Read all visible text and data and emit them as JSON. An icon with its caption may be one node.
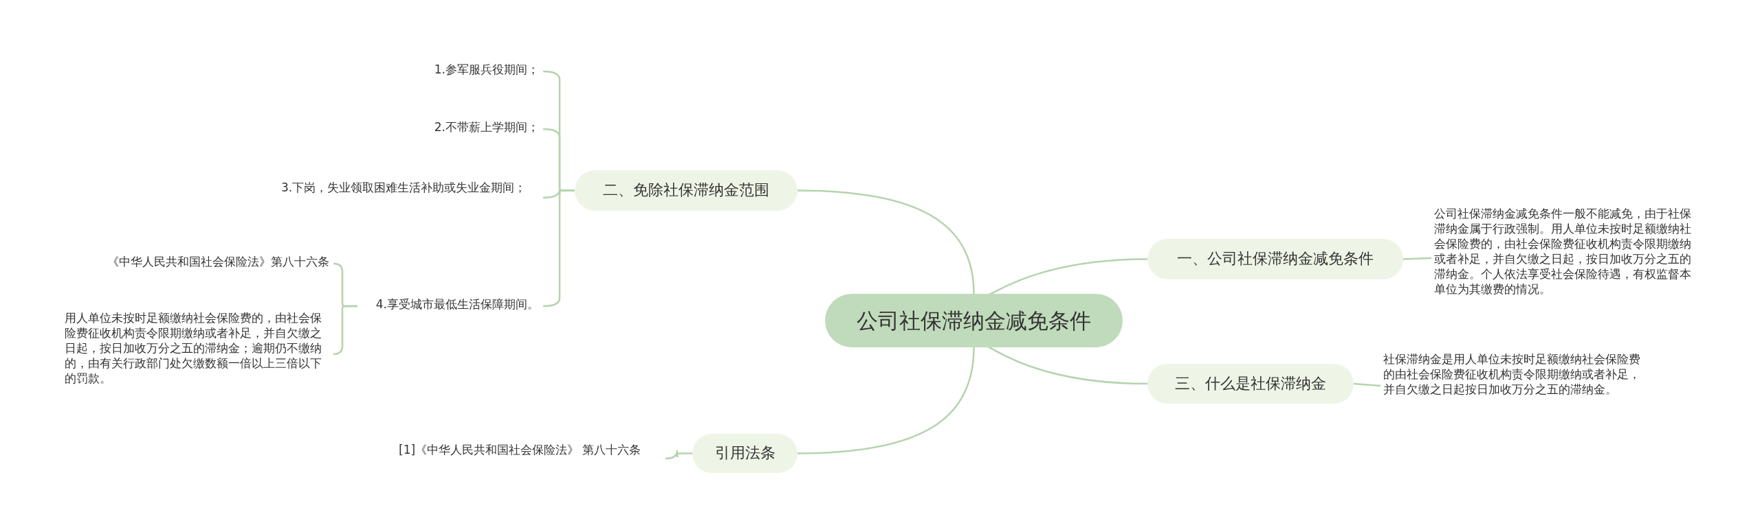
{
  "diagram": {
    "nodes": [
      {
        "text": [
          "公司社保滞纳金减免条件"
        ]
      },
      {
        "text": [
          "一、公司社保滞纳金减免条件"
        ]
      },
      {
        "text": [
          "公司社保滞纳金减免条件一般不能减免，由于社保滞纳金属于行政强制。用人单位未按时足额缴纳社会保险费的，由社会保险费征收机构责令限期缴纳或者补足，并自欠缴之日起，按日加收万分之五的滞纳金。个人依法享受社会保险待遇，有权监督本单位为其缴费的情况。"
        ]
      },
      {
        "text": [
          "二、免除社保滞纳金范围"
        ]
      },
      {
        "text": [
          "1.参军服兵役期间；"
        ]
      },
      {
        "text": [
          "2.不带薪上学期间；"
        ]
      },
      {
        "text": [
          "3.下岗，失业领取困难生活补助或失业金期间；"
        ]
      },
      {
        "text": [
          "4.享受城市最低生活保障期间。"
        ]
      },
      {
        "text": [
          "《中华人民共和国社会保险法》第八十六条"
        ]
      },
      {
        "text": [
          "用人单位未按时足额缴纳社会保险费的，由社会保险费征收机构责令限期缴纳或者补足，并自欠缴之日起，按日加收万分之五的滞纳金；逾期仍不缴纳的，由有关行政部门处欠缴数额一倍以上三倍以下的罚款。"
        ]
      },
      {
        "text": [
          "三、什么是社保滞纳金"
        ]
      },
      {
        "text": [
          "社保滞纳金是用人单位未按时足额缴纳社会保险费的由社会保险费征收机构责令限期缴纳或者补足，并自欠缴之日起按日加收万分之五的滞纳金。"
        ]
      },
      {
        "text": [
          "引用法条"
        ]
      },
      {
        "text": [
          "[1]《中华人民共和国社会保险法》 第八十六条"
        ]
      }
    ],
    "edges": [
      {
        "from": 0,
        "to": 1,
        "arrow": "none"
      },
      {
        "from": 1,
        "to": 2,
        "arrow": "none"
      },
      {
        "from": 0,
        "to": 3,
        "arrow": "none"
      },
      {
        "from": 3,
        "to": 4,
        "arrow": "none"
      },
      {
        "from": 3,
        "to": 5,
        "arrow": "none"
      },
      {
        "from": 3,
        "to": 6,
        "arrow": "none"
      },
      {
        "from": 3,
        "to": 7,
        "arrow": "none"
      },
      {
        "from": 7,
        "to": 8,
        "arrow": "none"
      },
      {
        "from": 7,
        "to": 9,
        "arrow": "none"
      },
      {
        "from": 0,
        "to": 10,
        "arrow": "none"
      },
      {
        "from": 10,
        "to": 11,
        "arrow": "none"
      },
      {
        "from": 0,
        "to": 12,
        "arrow": "none"
      },
      {
        "from": 12,
        "to": 13,
        "arrow": "none"
      }
    ]
  }
}
